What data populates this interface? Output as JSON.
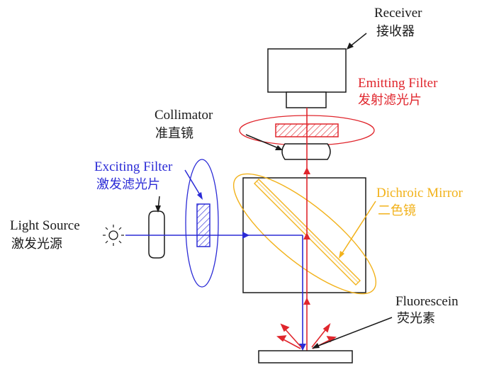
{
  "colors": {
    "black": "#1a1a1a",
    "blue": "#2b2bd6",
    "red": "#e0262d",
    "yellow": "#f2b21b"
  },
  "labels": {
    "receiver_en": "Receiver",
    "receiver_zh": "接收器",
    "emitting_en": "Emitting Filter",
    "emitting_zh": "发射滤光片",
    "collimator_en": "Collimator",
    "collimator_zh": "准直镜",
    "exciting_en": "Exciting Filter",
    "exciting_zh": "激发滤光片",
    "dichroic_en": "Dichroic Mirror",
    "dichroic_zh": "二色镜",
    "light_source_en": "Light Source",
    "light_source_zh": "激发光源",
    "fluorescein_en": "Fluorescein",
    "fluorescein_zh": "荧光素"
  },
  "icons": {
    "light_source": "sun-icon"
  }
}
